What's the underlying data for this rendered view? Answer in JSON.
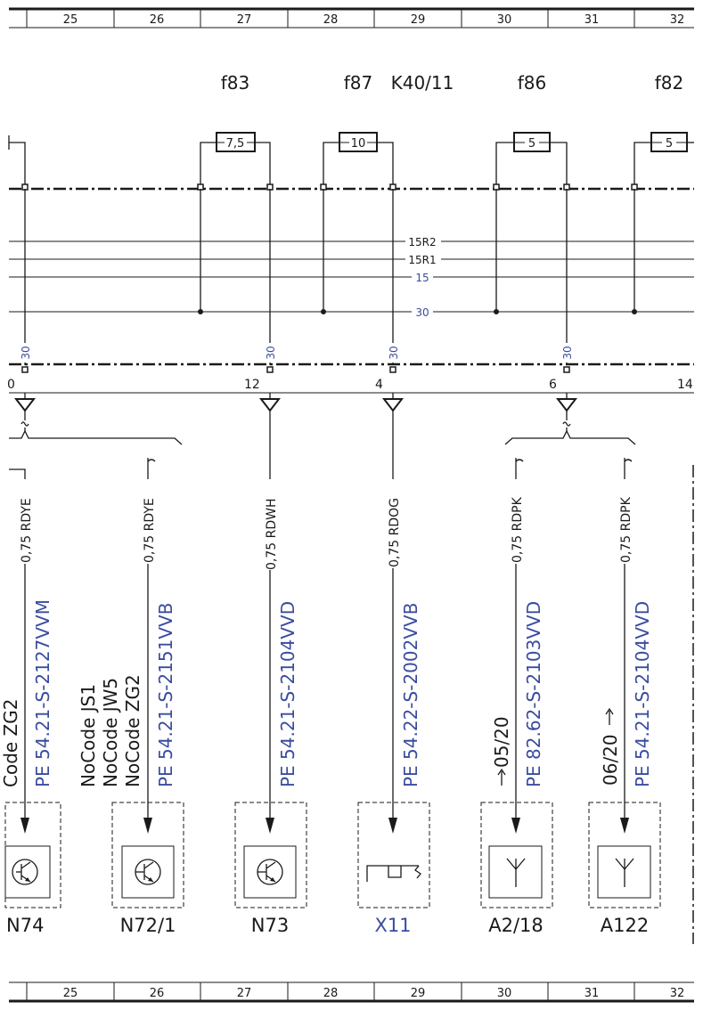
{
  "columns": [
    "25",
    "26",
    "27",
    "28",
    "29",
    "30",
    "31",
    "32"
  ],
  "fuses": [
    {
      "id": "f83",
      "rating": "7,5"
    },
    {
      "id": "f87",
      "rating": "10"
    },
    {
      "id": "f86",
      "rating": "5"
    },
    {
      "id": "f82",
      "rating": "5"
    }
  ],
  "relay": "K40/11",
  "busbars": {
    "r2": "15R2",
    "r1": "15R1",
    "b15": "15",
    "b30": "30"
  },
  "pin_terminal": "30",
  "pins": [
    "0",
    "12",
    "4",
    "6",
    "14"
  ],
  "wires": [
    {
      "spec": "0,75 RDYE",
      "part": "PE 54.21-S-2127VVM",
      "code": "Code ZG2",
      "component": "N74"
    },
    {
      "spec": "0,75 RDYE",
      "part": "PE 54.21-S-2151VVB",
      "component": "N72/1"
    },
    {
      "spec": "0,75 RDWH",
      "part": "PE 54.21-S-2104VVD",
      "component": "N73"
    },
    {
      "spec": "0,75 RDOG",
      "part": "PE 54.22-S-2002VVB",
      "component": "X11"
    },
    {
      "spec": "0,75 RDPK",
      "part": "PE 82.62-S-2103VVD",
      "ref": "05/20",
      "component": "A2/18"
    },
    {
      "spec": "0,75 RDPK",
      "part": "PE 54.21-S-2104VVD",
      "ref": "06/20",
      "component": "A122"
    }
  ],
  "nocodes": [
    "NoCode JS1",
    "NoCode JW5",
    "NoCode ZG2"
  ],
  "colors": {
    "ink": "#1a1a1a",
    "blue": "#3a4ca0"
  }
}
